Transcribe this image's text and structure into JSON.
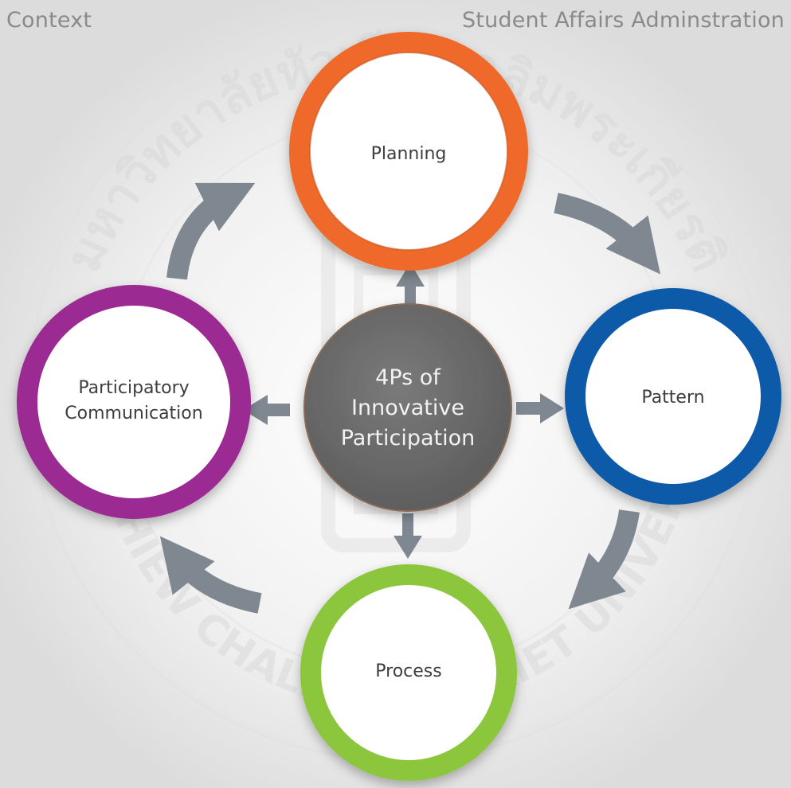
{
  "header": {
    "context_label": "Context",
    "organization_label": "Student Affairs Adminstration"
  },
  "center": {
    "line1": "4Ps of",
    "line2": "Innovative",
    "line3": "Participation",
    "color": "#6b6b6b"
  },
  "nodes": {
    "planning": {
      "label": "Planning",
      "color": "#ef6a2a"
    },
    "pattern": {
      "label": "Pattern",
      "color": "#0f5aa8"
    },
    "process": {
      "label": "Process",
      "color": "#8cc63e"
    },
    "communication": {
      "line1": "Participatory",
      "line2": "Communication",
      "color": "#9b2c93"
    }
  },
  "watermark": {
    "text_top": "มหาวิทยาลัยหัวเฉียวเฉลิมพระเกียรติ",
    "text_bottom": "HUACHIEW CHALERMPRAKIET UNIVERSITY"
  },
  "arrow_color": "#7f8891"
}
